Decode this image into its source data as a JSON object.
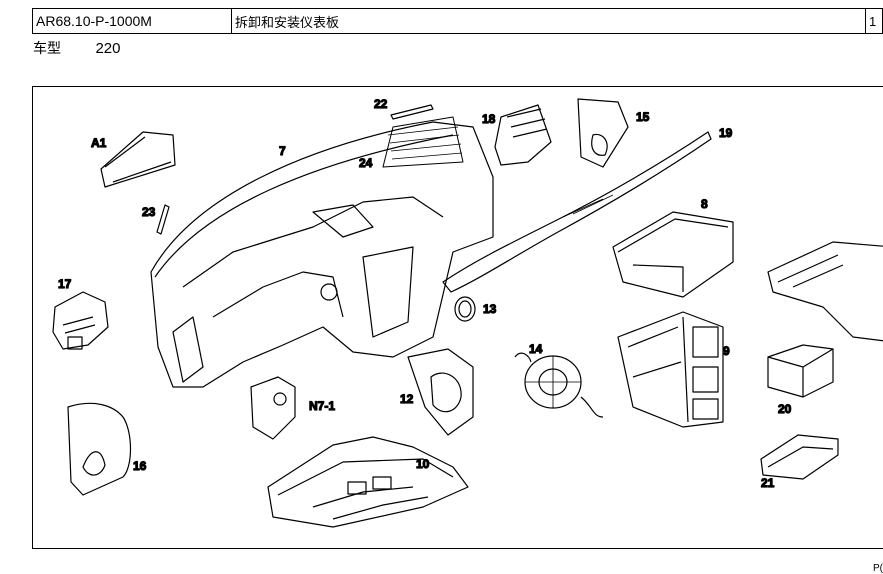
{
  "header": {
    "doc_code": "AR68.10-P-1000M",
    "title": "拆卸和安装仪表板",
    "page_number": "1"
  },
  "model": {
    "label": "车型",
    "value": "220"
  },
  "figure": {
    "callouts": {
      "a1": "A1",
      "c7": "7",
      "c22": "22",
      "c18": "18",
      "c15": "15",
      "c19": "19",
      "c24": "24",
      "c23": "23",
      "c8": "8",
      "c17": "17",
      "c13": "13",
      "c14": "14",
      "c9": "9",
      "c12": "12",
      "n71": "N7-1",
      "c20": "20",
      "c16": "16",
      "c10": "10",
      "c21": "21"
    },
    "footer_code": "P("
  }
}
